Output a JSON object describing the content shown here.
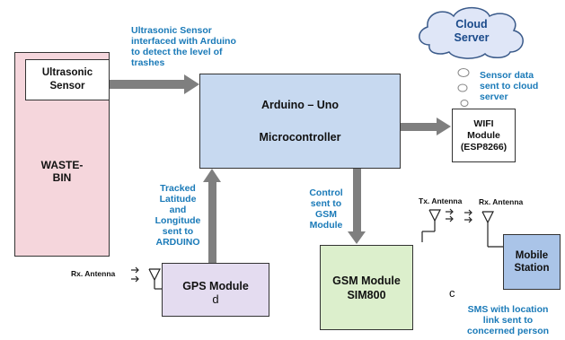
{
  "colors": {
    "waste_bin": "#f5d6dc",
    "arduino": "#c7d9f0",
    "gps": "#e4dcf0",
    "gsm": "#dcefcc",
    "mobile": "#aac4e8",
    "cloud": "#dfe6f7",
    "arrow": "#7f7f7f",
    "note": "#1a7ab8"
  },
  "waste_bin": {
    "title": "WASTE-\nBIN"
  },
  "ultrasonic": {
    "label": "Ultrasonic\nSensor"
  },
  "ultrasonic_note": {
    "text": "Ultrasonic Sensor\ninterfaced with Arduino\nto detect the level of\ntrashes"
  },
  "arduino": {
    "line1": "Arduino – Uno",
    "line2": "Microcontroller"
  },
  "cloud": {
    "label": "Cloud\nServer"
  },
  "cloud_note": {
    "text": "Sensor data\nsent to cloud\nserver"
  },
  "wifi": {
    "label": "WIFI\nModule\n(ESP8266)"
  },
  "gps_note": {
    "text": "Tracked\nLatitude\nand\nLongitude\nsent to\nARDUINO"
  },
  "control_note": {
    "text": "Control\nsent to\nGSM\nModule"
  },
  "gps": {
    "label": "GPS Module",
    "letter": "d"
  },
  "gps_antenna": {
    "label": "Rx. Antenna"
  },
  "gsm": {
    "label": "GSM Module\nSIM800"
  },
  "tx_antenna": {
    "label": "Tx. Antenna"
  },
  "rx_antenna": {
    "label": "Rx. Antenna"
  },
  "mobile": {
    "label": "Mobile\nStation"
  },
  "letter_c": {
    "text": "c"
  },
  "sms_note": {
    "text": "SMS with location\nlink sent to\nconcerned person"
  }
}
